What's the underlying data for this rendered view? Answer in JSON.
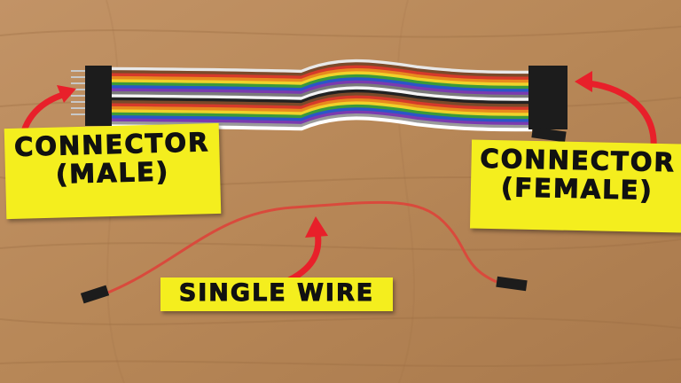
{
  "labels": {
    "male": {
      "line1": "CONNECTOR",
      "line2": "(MALE)"
    },
    "female": {
      "line1": "CONNECTOR",
      "line2": "(FEMALE)"
    },
    "single": "SINGLE WIRE"
  },
  "colors": {
    "label_bg": "#f4ee1e",
    "arrow": "#e8202a",
    "wood": "#b9895a",
    "single_wire": "#d94a3c"
  },
  "ribbon_colors": [
    "#e8e8e8",
    "#7a4a2a",
    "#d63a2a",
    "#e88a1e",
    "#f0d22a",
    "#3a9a3a",
    "#2a56c8",
    "#7a3ab0",
    "#7a7a7a",
    "#f4f4f4",
    "#222222",
    "#7a4a2a",
    "#d63a2a",
    "#e88a1e",
    "#f0d22a",
    "#3a9a3a",
    "#2a56c8",
    "#7a3ab0",
    "#9a9a9a",
    "#ffffff"
  ],
  "icons": {
    "male_arrow": "curved-arrow-icon",
    "female_arrow": "curved-arrow-icon",
    "single_arrow": "curved-arrow-icon"
  }
}
